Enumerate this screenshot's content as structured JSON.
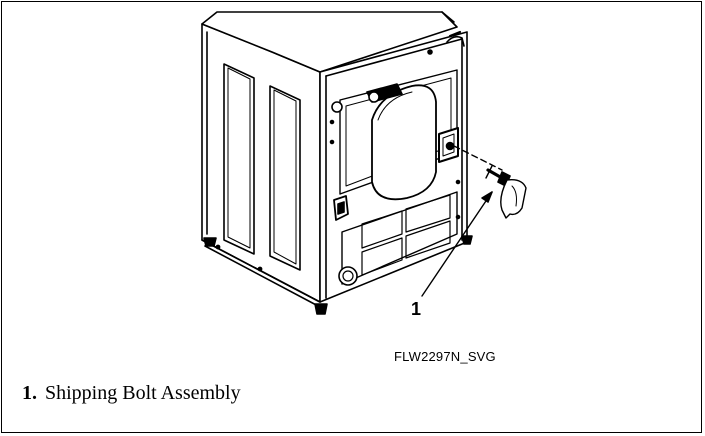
{
  "figure": {
    "code": "FLW2297N_SVG",
    "callouts": [
      {
        "number": "1"
      }
    ]
  },
  "legend": [
    {
      "number": "1.",
      "label": "Shipping Bolt Assembly"
    }
  ]
}
